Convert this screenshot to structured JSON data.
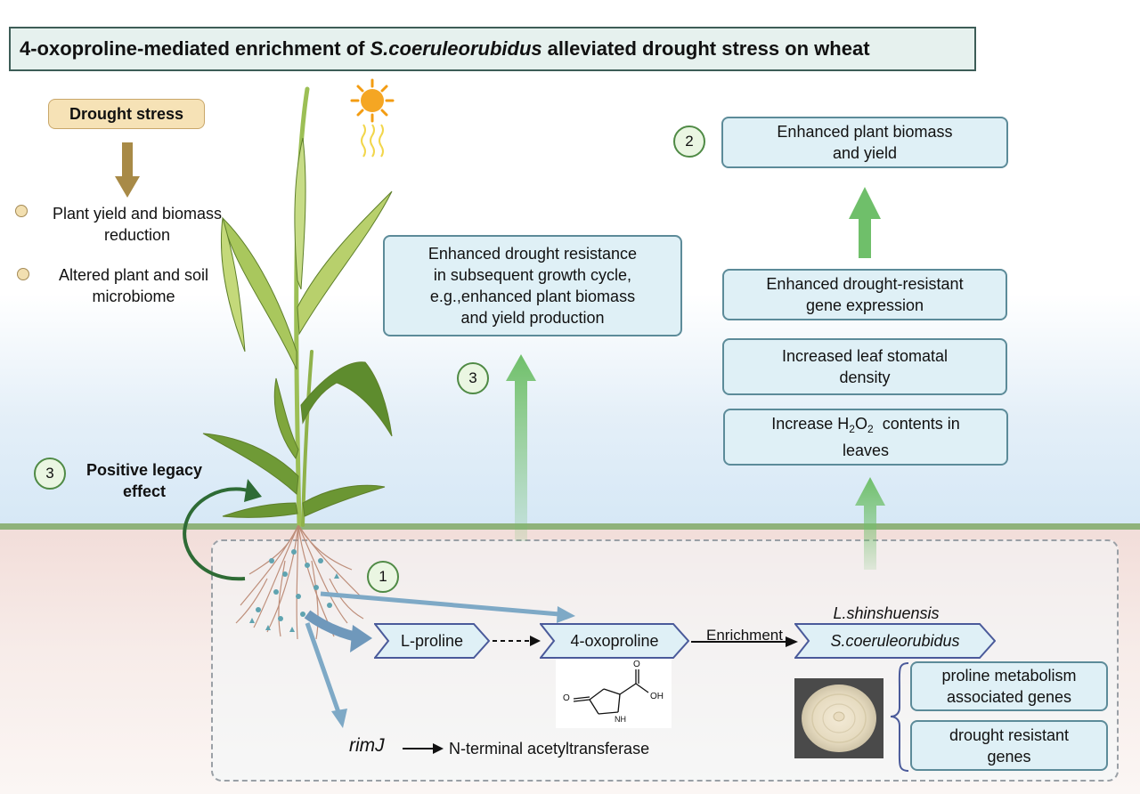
{
  "title": {
    "prefix": "4-oxoproline-mediated enrichment of",
    "species": "S.coeruleorubidus",
    "suffix": "alleviated drought stress on wheat"
  },
  "drought": {
    "label": "Drought stress",
    "effects": [
      {
        "line1": "Plant yield and biomass",
        "line2": "reduction"
      },
      {
        "line1": "Altered plant and soil",
        "line2": "microbiome"
      }
    ]
  },
  "legacy": {
    "number": "3",
    "label": "Positive legacy effect"
  },
  "center": {
    "number": "3",
    "box": [
      "Enhanced drought resistance",
      "in subsequent growth cycle,",
      "e.g.,enhanced plant biomass",
      "and yield production"
    ]
  },
  "right": {
    "number": "2",
    "top_box": [
      "Enhanced plant biomass",
      "and yield"
    ],
    "gene_box": [
      "Enhanced drought-resistant",
      "gene expression"
    ],
    "stomata_box": [
      "Increased leaf stomatal",
      "density"
    ],
    "h2o2": {
      "prefix": "Increase H",
      "sub1": "2",
      "mid": "O",
      "sub2": "2",
      "suffix": "  contents in",
      "line2": "leaves"
    }
  },
  "soil": {
    "number": "1",
    "lproline": "L-proline",
    "oxoproline": "4-oxoproline",
    "enrichment": "Enrichment",
    "lshin": "L.shinshuensis",
    "scoer": "S.coeruleorubidus",
    "gene_box1": [
      "proline metabolism",
      "associated genes"
    ],
    "gene_box2": [
      "drought resistant",
      "genes"
    ],
    "rimj": "rimJ",
    "acetyl": "N-terminal acetyltransferase",
    "molecule": {
      "nh": "NH",
      "oh": "OH",
      "o1": "O",
      "o2": "O"
    }
  },
  "colors": {
    "green_arrow": "#6fbf6a",
    "blue_arrow": "#7ea9c6",
    "box_fill": "#dff0f6",
    "box_border": "#5c8b99"
  }
}
